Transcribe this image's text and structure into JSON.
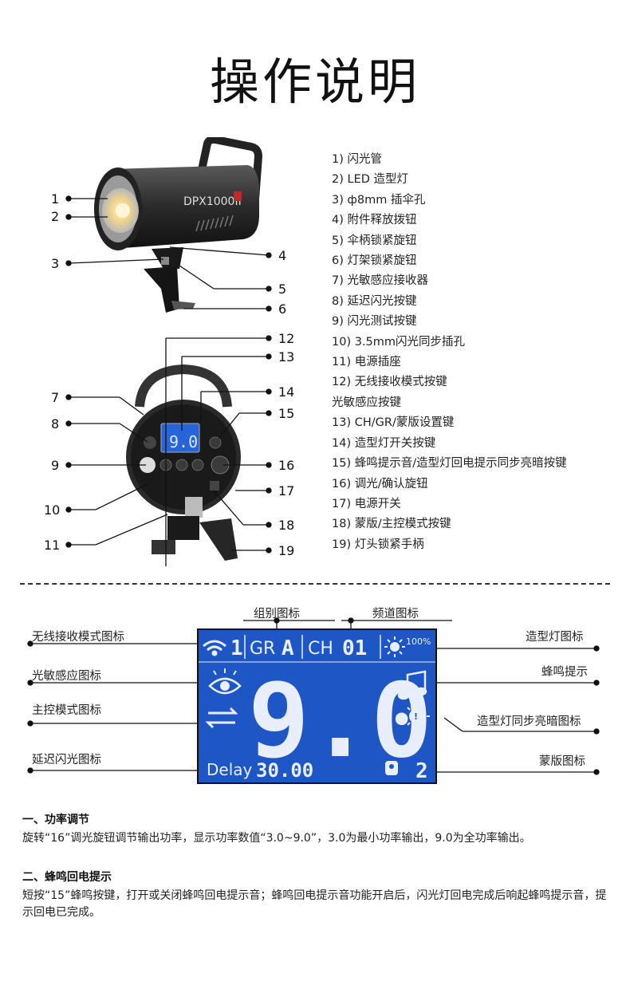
{
  "title": "操作说明",
  "top_callouts": [
    "1",
    "2",
    "3",
    "4",
    "5",
    "6"
  ],
  "back_callouts": [
    "7",
    "8",
    "9",
    "10",
    "11",
    "12",
    "13",
    "14",
    "15",
    "16",
    "17",
    "18",
    "19"
  ],
  "product_label": "DPX1000II",
  "parts_list": [
    "1) 闪光管",
    "2) LED 造型灯",
    "3) ф8mm 插伞孔",
    "4) 附件释放拨钮",
    "5) 伞柄锁紧旋钮",
    "6) 灯架锁紧旋钮",
    "7) 光敏感应接收器",
    "8) 延迟闪光按键",
    "9) 闪光测试按键",
    "10) 3.5mm闪光同步插孔",
    "11) 电源插座",
    "12) 无线接收模式按键",
    "光敏感应按键",
    "13) CH/GR/蒙版设置键",
    "14) 造型灯开关按键",
    "15) 蜂鸣提示音/造型灯回电提示同步亮暗按键",
    "16) 调光/确认旋钮",
    "17) 电源开关",
    "18) 蒙版/主控模式按键",
    "19) 灯头锁紧手柄"
  ],
  "lcd_labels": {
    "group": "组别图标",
    "channel": "频道图标",
    "wireless": "无线接收模式图标",
    "photocell": "光敏感应图标",
    "master": "主控模式图标",
    "delay": "延迟闪光图标",
    "modeling": "造型灯图标",
    "beep": "蜂鸣提示",
    "modeling_sync": "造型灯同步亮暗图标",
    "mask": "蒙版图标"
  },
  "lcd": {
    "group_num": "1",
    "gr_text": "GR",
    "gr_val": "A",
    "ch_text": "CH",
    "ch_val": "01",
    "modeling_pct": "100%",
    "power": "9.0",
    "delay_text": "Delay",
    "delay_val": "30.00",
    "mask_val": "2"
  },
  "sections": [
    {
      "heading": "一、功率调节",
      "body": "旋转“16”调光旋钮调节输出功率，显示功率数值“3.0~9.0”，3.0为最小功率输出，9.0为全功率输出。"
    },
    {
      "heading": "二、蜂鸣回电提示",
      "body": "短按“15”蜂鸣按键，打开或关闭蜂鸣回电提示音；蜂鸣回电提示音功能开启后，闪光灯回电完成后响起蜂鸣提示音，提示回电已完成。"
    }
  ],
  "colors": {
    "lcd_bg": "#1f56c5",
    "lcd_segment": "#e8eefc",
    "ink": "#111111"
  }
}
